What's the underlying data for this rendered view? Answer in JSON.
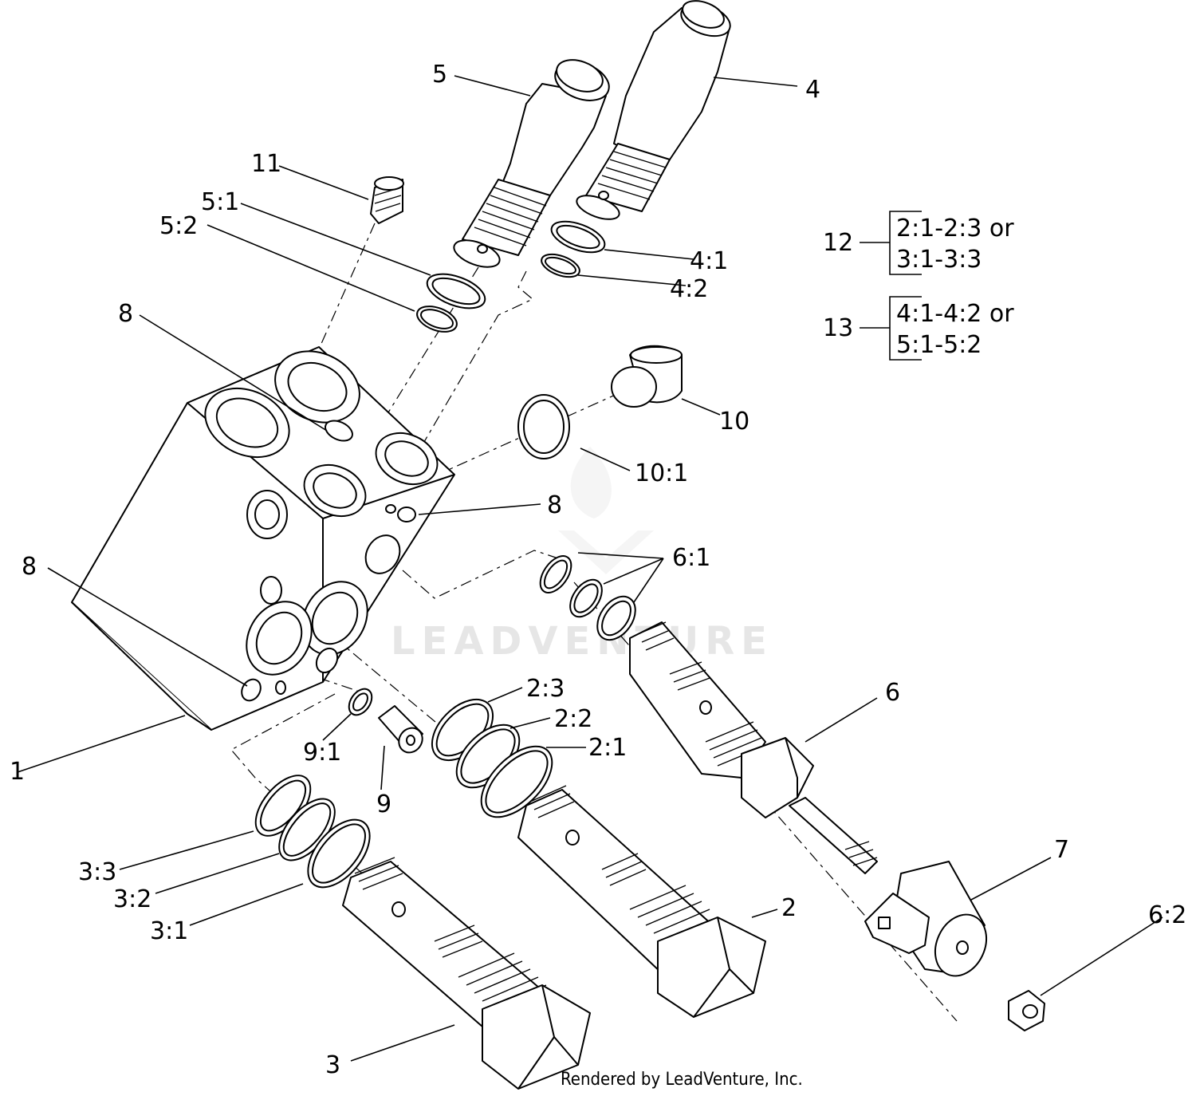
{
  "callouts": {
    "c1": "1",
    "c2": "2",
    "c3": "3",
    "c4": "4",
    "c5": "5",
    "c6": "6",
    "c7": "7",
    "c8a": "8",
    "c8b": "8",
    "c8c": "8",
    "c9": "9",
    "c10": "10",
    "c11": "11",
    "c2_1": "2:1",
    "c2_2": "2:2",
    "c2_3": "2:3",
    "c3_1": "3:1",
    "c3_2": "3:2",
    "c3_3": "3:3",
    "c4_1": "4:1",
    "c4_2": "4:2",
    "c5_1": "5:1",
    "c5_2": "5:2",
    "c6_1": "6:1",
    "c6_2": "6:2",
    "c9_1": "9:1",
    "c10_1": "10:1"
  },
  "kits": [
    {
      "number": "12",
      "line1": "2:1-2:3 or",
      "line2": "3:1-3:3"
    },
    {
      "number": "13",
      "line1": "4:1-4:2 or",
      "line2": "5:1-5:2"
    }
  ],
  "watermark": "LEADVENTURE",
  "footer": "Rendered by LeadVenture, Inc.",
  "colors": {
    "ink": "#000000",
    "paper": "#ffffff",
    "watermark": "#e6e6e6"
  }
}
